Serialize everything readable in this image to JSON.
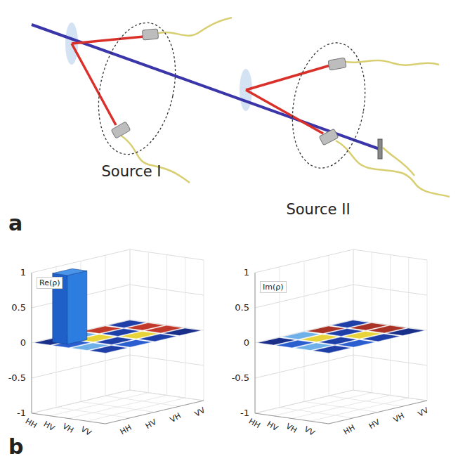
{
  "diagram": {
    "nodes": [
      {
        "text": [
          "Source I"
        ]
      },
      {
        "text": [
          "Source II"
        ]
      }
    ],
    "labels": [
      "a",
      "b",
      "Re(ρ)",
      "Im(ρ)",
      "1",
      "0.5",
      "0",
      "-0.5",
      "-1",
      "HH",
      "HV",
      "VH",
      "VV",
      "HH",
      "HV",
      "VH",
      "VV",
      "1",
      "0.5",
      "0",
      "-0.5",
      "-1",
      "HH",
      "HV",
      "VH",
      "VV",
      "HH",
      "HV",
      "VH",
      "VV"
    ]
  }
}
